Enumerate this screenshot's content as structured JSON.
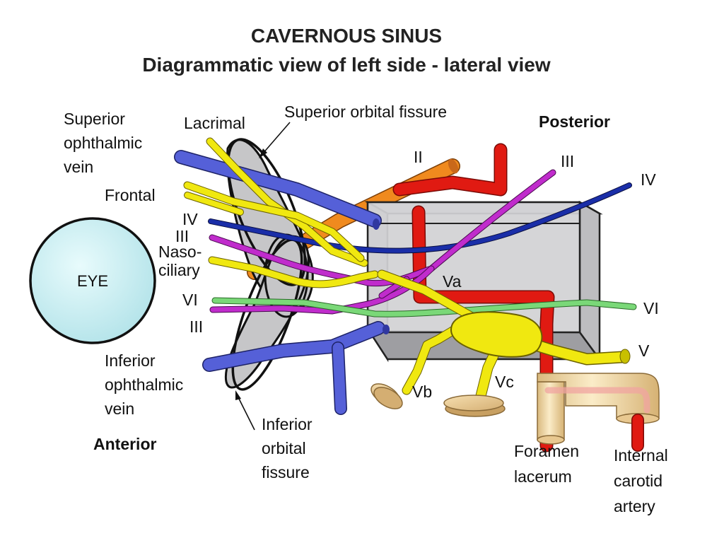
{
  "title": {
    "line1": "CAVERNOUS SINUS",
    "line2": "Diagrammatic view of left side - lateral view"
  },
  "labels": {
    "superior_ophthalmic_vein": [
      "Superior",
      "ophthalmic",
      "vein"
    ],
    "lacrimal": "Lacrimal",
    "superior_orbital_fissure": "Superior orbital fissure",
    "posterior": "Posterior",
    "frontal": "Frontal",
    "iv_left": "IV",
    "iii_left_upper": "III",
    "nasociliary": [
      "Naso-",
      "ciliary"
    ],
    "vi_left": "VI",
    "iii_left_lower": "III",
    "eye": "EYE",
    "inferior_ophthalmic_vein": [
      "Inferior",
      "ophthalmic",
      "vein"
    ],
    "anterior": "Anterior",
    "inferior_orbital_fissure": [
      "Inferior",
      "orbital",
      "fissure"
    ],
    "ii": "II",
    "iii_right": "III",
    "iv_right": "IV",
    "va": "Va",
    "vi_right": "VI",
    "v": "V",
    "vb": "Vb",
    "vc": "Vc",
    "foramen_lacerum": [
      "Foramen",
      "lacerum"
    ],
    "internal_carotid_artery": [
      "Internal",
      "carotid",
      "artery"
    ]
  },
  "colors": {
    "vein": "#5560d8",
    "artery": "#e01a12",
    "optic_nerve": "#f08a1e",
    "oculomotor_iii": "#c02ccc",
    "trochlear_iv": "#152a9a",
    "abducens_vi": "#7ad878",
    "trigeminal_v": "#f0e810",
    "sinus_box": "#cfcfd2",
    "eye_fill": "#c8eef2",
    "fissure_fill": "#c6c6c8",
    "foramen": "#ecd3a0"
  }
}
